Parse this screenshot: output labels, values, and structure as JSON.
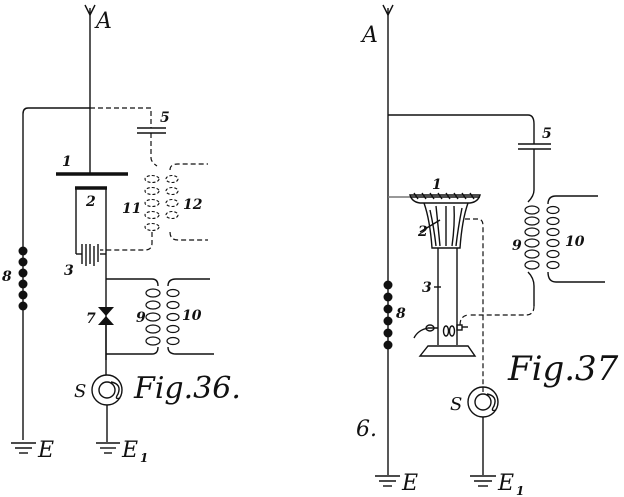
{
  "figure36": {
    "caption": "Fig.36.",
    "antenna": "A",
    "labels": {
      "plate_1": "1",
      "plate_2": "2",
      "condenser_3": "3",
      "condenser_5": "5",
      "detector_7": "7",
      "battery_8": "8",
      "coil_9": "9",
      "coil_10": "10",
      "coil_11": "11",
      "coil_12": "12",
      "telephone": "S",
      "earth": "E",
      "earth_1": "E",
      "earth_1_sub": "1"
    }
  },
  "figure37": {
    "caption": "Fig.37",
    "antenna": "A",
    "side_number": "6.",
    "labels": {
      "plate_1": "1",
      "flame_2": "2",
      "burner_3": "3",
      "condenser_5": "5",
      "battery_8": "8",
      "coil_9": "9",
      "coil_10": "10",
      "telephone": "S",
      "earth": "E",
      "earth_1": "E",
      "earth_1_sub": "1"
    }
  }
}
